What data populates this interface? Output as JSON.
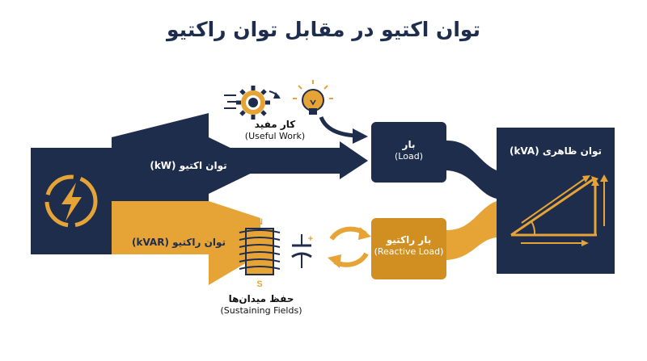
{
  "title": "توان اکتیو در مقابل توان راکتیو",
  "active_power": {
    "label": "توان اکتیو (kW)"
  },
  "reactive_power": {
    "label": "توان راکتیو (kVAR)"
  },
  "useful_work": {
    "label": "کار مفید",
    "sublabel": "(Useful Work)"
  },
  "load": {
    "label": "بار",
    "sublabel": "(Load)"
  },
  "reactive_load": {
    "label": "بار راکتیو",
    "sublabel": "(Reactive Load)"
  },
  "sustaining_fields": {
    "label": "حفظ میدان‌ها",
    "sublabel": "(Sustaining Fields)"
  },
  "apparent_power": {
    "label": "توان ظاهری (kVA)"
  },
  "magnet": {
    "north": "N",
    "south": "S"
  },
  "capacitor": {
    "plus": "+"
  },
  "colors": {
    "navy": "#1f2d4d",
    "gold": "#e7a436",
    "gold_dark": "#d18f22",
    "white": "#ffffff"
  }
}
